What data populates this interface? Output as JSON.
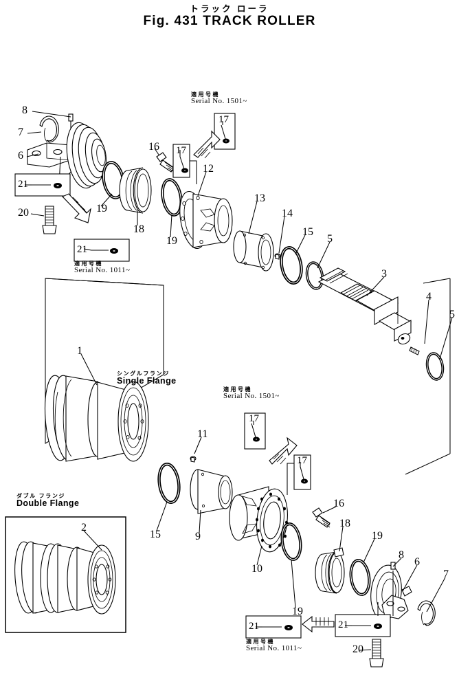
{
  "title": {
    "japanese": "トラック ローラ",
    "english": "Fig. 431 TRACK ROLLER"
  },
  "serial_notes": [
    {
      "id": "top-1501",
      "japanese": "適用号機",
      "english": "Serial No. 1501~"
    },
    {
      "id": "top-1011",
      "japanese": "適用号機",
      "english": "Serial No. 1011~"
    },
    {
      "id": "bottom-1501",
      "japanese": "適用号機",
      "english": "Serial No. 1501~"
    },
    {
      "id": "bottom-1011",
      "japanese": "適用号機",
      "english": "Serial No. 1011~"
    }
  ],
  "flange_labels": [
    {
      "id": "single",
      "japanese": "シングルフランジ",
      "english": "Single Flange"
    },
    {
      "id": "double",
      "japanese": "ダブル フランジ",
      "english": "Double Flange"
    }
  ],
  "callouts": {
    "upper_assembly": [
      "8",
      "7",
      "6",
      "21",
      "20",
      "19",
      "18",
      "16",
      "17",
      "17",
      "12",
      "19",
      "13",
      "14",
      "15",
      "5",
      "3",
      "4",
      "5",
      "21"
    ],
    "lower_assembly": [
      "1",
      "11",
      "15",
      "9",
      "10",
      "17",
      "17",
      "16",
      "18",
      "19",
      "19",
      "8",
      "6",
      "7",
      "21",
      "21",
      "20",
      "2"
    ]
  },
  "item_numbers": {
    "n1": "1",
    "n2": "2",
    "n3": "3",
    "n4": "4",
    "n5": "5",
    "n6": "6",
    "n7": "7",
    "n8": "8",
    "n9": "9",
    "n10": "10",
    "n11": "11",
    "n12": "12",
    "n13": "13",
    "n14": "14",
    "n15": "15",
    "n16": "16",
    "n17": "17",
    "n18": "18",
    "n19": "19",
    "n20": "20",
    "n21": "21"
  },
  "colors": {
    "ink": "#000000",
    "paper": "#ffffff"
  }
}
